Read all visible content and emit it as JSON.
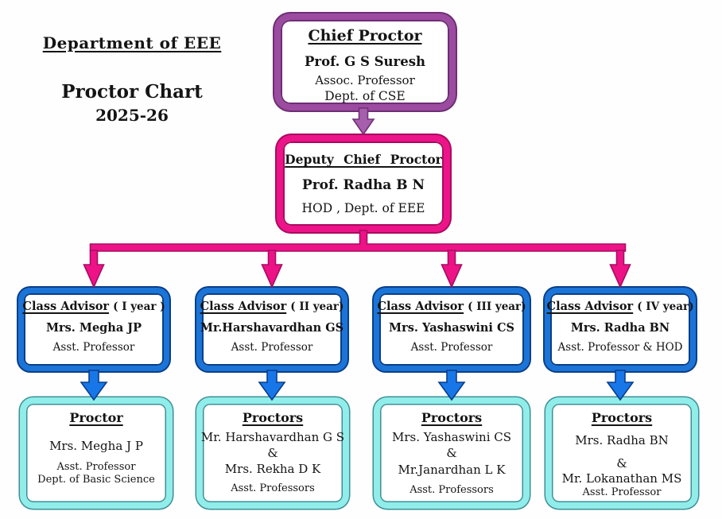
{
  "header": {
    "department": "Department of EEE",
    "title": "Proctor Chart",
    "year": "2025-26"
  },
  "colors": {
    "chief_border": "#9B4BA0",
    "deputy_border": "#ED1388",
    "advisor_border": "#1B74D8",
    "proctor_border": "#90EDE9",
    "arrow_purple": "#A55FAD",
    "arrow_pink": "#EE1287",
    "arrow_blue": "#1877E8"
  },
  "org": {
    "chief": {
      "title": "Chief Proctor",
      "name": "Prof. G S Suresh",
      "role": "Assoc. Professor",
      "dept": "Dept. of CSE"
    },
    "deputy": {
      "title": "Deputy Chief Proctor",
      "name": "Prof. Radha B N",
      "role": "HOD , Dept. of EEE"
    },
    "advisors": [
      {
        "title": "Class Advisor",
        "year_label": "( I year )",
        "name": "Mrs. Megha JP",
        "role": "Asst. Professor"
      },
      {
        "title": "Class Advisor",
        "year_label": "( II year)",
        "name": "Mr.Harshavardhan GS",
        "role": "Asst. Professor"
      },
      {
        "title": "Class Advisor",
        "year_label": "( III year)",
        "name": "Mrs. Yashaswini CS",
        "role": "Asst. Professor"
      },
      {
        "title": "Class Advisor",
        "year_label": "( IV year)",
        "name": "Mrs. Radha BN",
        "role": "Asst. Professor & HOD"
      }
    ],
    "proctors": [
      {
        "title": "Proctor",
        "members": [
          "Mrs. Megha J P"
        ],
        "joiner": "",
        "roles": [
          "Asst. Professor",
          "Dept. of Basic Science"
        ]
      },
      {
        "title": "Proctors",
        "members": [
          "Mr. Harshavardhan G S",
          "Mrs. Rekha D K"
        ],
        "joiner": "&",
        "roles": [
          "Asst. Professors"
        ]
      },
      {
        "title": "Proctors",
        "members": [
          "Mrs. Yashaswini CS",
          "Mr.Janardhan L K"
        ],
        "joiner": "&",
        "roles": [
          "Asst. Professors"
        ]
      },
      {
        "title": "Proctors",
        "members": [
          "Mrs. Radha BN",
          "Mr. Lokanathan MS"
        ],
        "joiner": "&",
        "roles": [
          "Asst. Professor"
        ]
      }
    ]
  }
}
